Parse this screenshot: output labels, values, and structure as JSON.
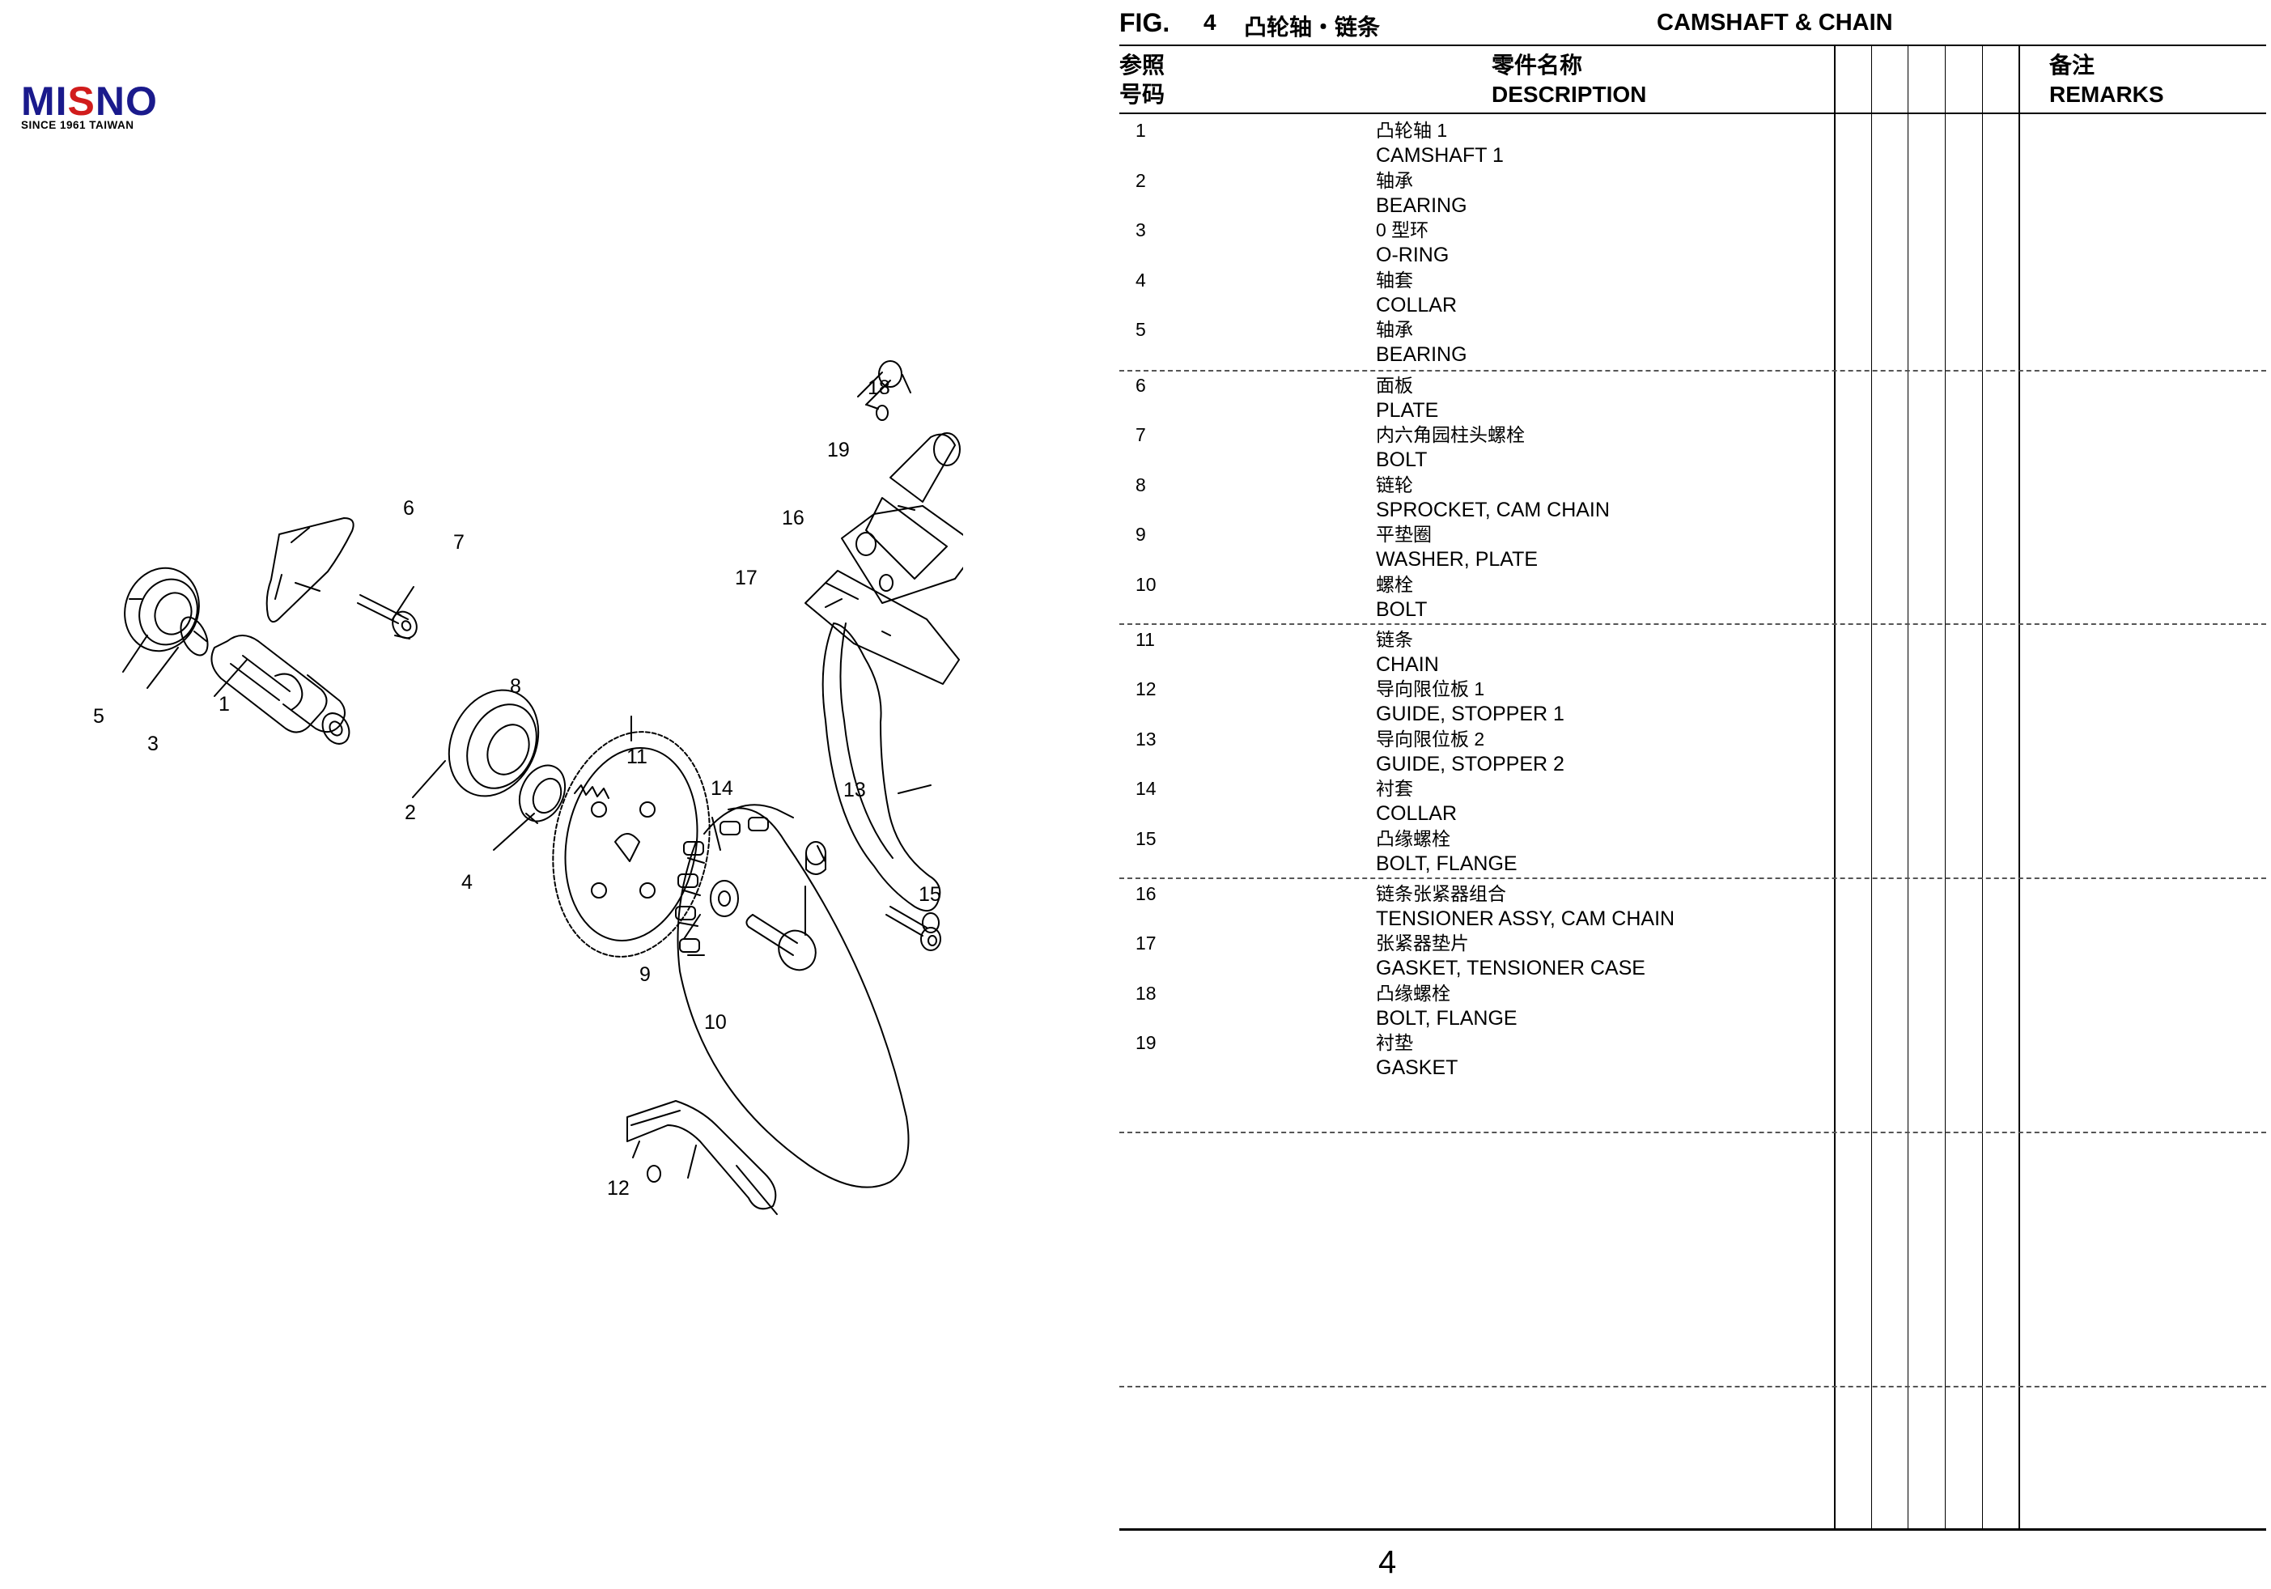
{
  "logo": {
    "name": "MISNO",
    "tagline": "SINCE 1961 TAIWAN"
  },
  "header": {
    "fig_label": "FIG.",
    "fig_number": "4",
    "title_cn": "凸轮轴・链条",
    "title_en": "CAMSHAFT & CHAIN",
    "col_ref_cn": "参照",
    "col_ref_en": "号码",
    "col_desc_cn": "零件名称",
    "col_desc_en": "DESCRIPTION",
    "col_remarks_cn": "备注",
    "col_remarks_en": "REMARKS"
  },
  "parts": [
    {
      "ref": "1",
      "cn": "凸轮轴 1",
      "en": "CAMSHAFT 1"
    },
    {
      "ref": "2",
      "cn": "轴承",
      "en": "BEARING"
    },
    {
      "ref": "3",
      "cn": "0 型环",
      "en": "O-RING"
    },
    {
      "ref": "4",
      "cn": "轴套",
      "en": "COLLAR"
    },
    {
      "ref": "5",
      "cn": "轴承",
      "en": "BEARING"
    },
    {
      "ref": "6",
      "cn": "面板",
      "en": "PLATE"
    },
    {
      "ref": "7",
      "cn": "内六角园柱头螺栓",
      "en": "BOLT"
    },
    {
      "ref": "8",
      "cn": "链轮",
      "en": "SPROCKET, CAM CHAIN"
    },
    {
      "ref": "9",
      "cn": "平垫圈",
      "en": "WASHER, PLATE"
    },
    {
      "ref": "10",
      "cn": "螺栓",
      "en": "BOLT"
    },
    {
      "ref": "11",
      "cn": "链条",
      "en": "CHAIN"
    },
    {
      "ref": "12",
      "cn": "导向限位板 1",
      "en": "GUIDE, STOPPER 1"
    },
    {
      "ref": "13",
      "cn": "导向限位板 2",
      "en": "GUIDE, STOPPER 2"
    },
    {
      "ref": "14",
      "cn": "衬套",
      "en": "COLLAR"
    },
    {
      "ref": "15",
      "cn": "凸缘螺栓",
      "en": "BOLT, FLANGE"
    },
    {
      "ref": "16",
      "cn": "链条张紧器组合",
      "en": "TENSIONER ASSY, CAM CHAIN"
    },
    {
      "ref": "17",
      "cn": "张紧器垫片",
      "en": "GASKET, TENSIONER CASE"
    },
    {
      "ref": "18",
      "cn": "凸缘螺栓",
      "en": "BOLT, FLANGE"
    },
    {
      "ref": "19",
      "cn": "衬垫",
      "en": "GASKET"
    }
  ],
  "diagram_callouts": [
    "1",
    "2",
    "3",
    "4",
    "5",
    "6",
    "7",
    "8",
    "9",
    "10",
    "11",
    "12",
    "13",
    "14",
    "15",
    "16",
    "17",
    "18",
    "19"
  ],
  "page_number": "4"
}
